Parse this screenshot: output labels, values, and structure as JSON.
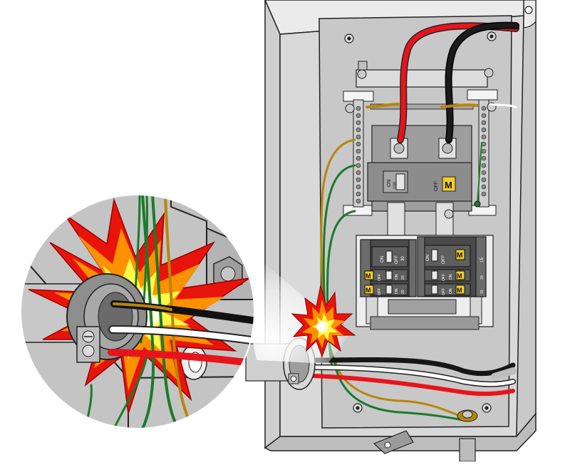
{
  "main_breaker": {
    "on_label": "ON",
    "amp_label": "100",
    "off_label": "OFF",
    "brand_mark": "M"
  },
  "branch_breakers": {
    "on_label": "ON",
    "off_label": "OFF",
    "brand_mark": "M",
    "rows": [
      {
        "left_amp": "30",
        "right_amp": "15"
      },
      {
        "left_amp": "20",
        "right_amp": "20"
      },
      {
        "left_amp": "20",
        "right_amp": "15"
      }
    ]
  },
  "colors": {
    "hot_red": "#e8141b",
    "hot_black": "#161616",
    "neutral_white": "#ffffff",
    "ground_green": "#1a7a2c",
    "bare_copper": "#b8860b",
    "spark_red": "#e8140c",
    "spark_orange": "#ff9100",
    "spark_yellow": "#fff84a",
    "box_gray": "#d9d9d9"
  }
}
